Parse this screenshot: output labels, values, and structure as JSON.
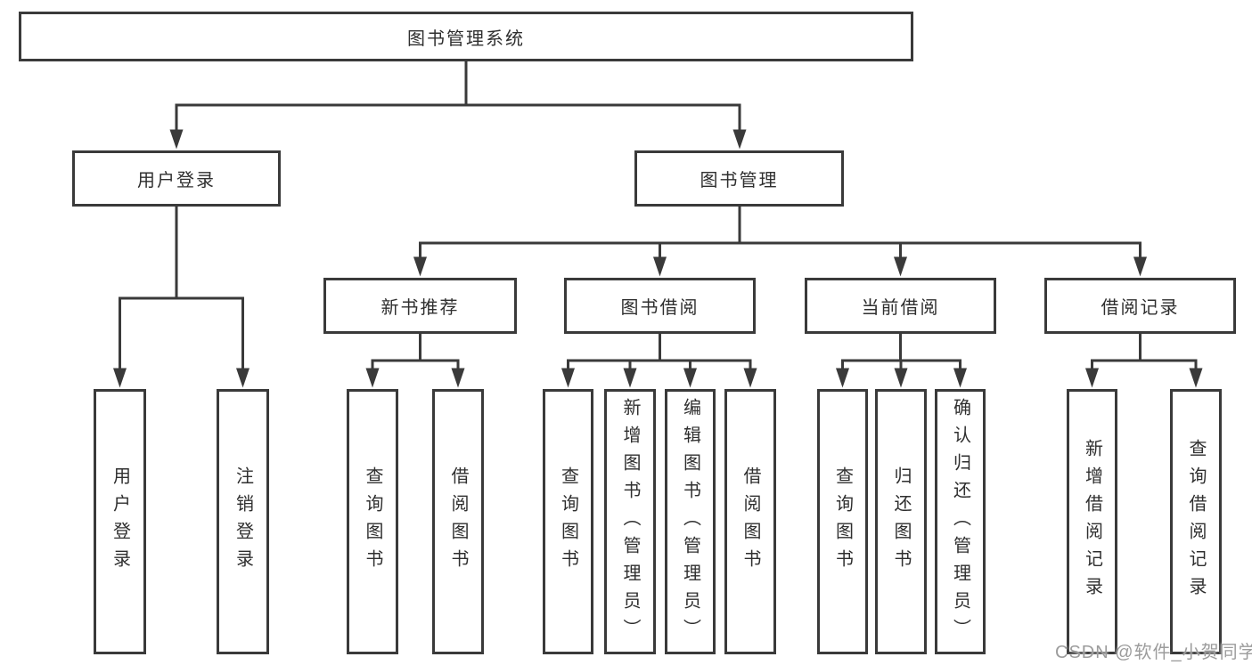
{
  "tree": {
    "root": {
      "label": "图书管理系统"
    },
    "branches": [
      {
        "label": "用户登录",
        "children": [
          {
            "label": "用户登录"
          },
          {
            "label": "注销登录"
          }
        ]
      },
      {
        "label": "图书管理",
        "children": [
          {
            "label": "新书推荐",
            "children": [
              {
                "label": "查询图书"
              },
              {
                "label": "借阅图书"
              }
            ]
          },
          {
            "label": "图书借阅",
            "children": [
              {
                "label": "查询图书"
              },
              {
                "label": "新增图书（管理员）"
              },
              {
                "label": "编辑图书（管理员）"
              },
              {
                "label": "借阅图书"
              }
            ]
          },
          {
            "label": "当前借阅",
            "children": [
              {
                "label": "查询图书"
              },
              {
                "label": "归还图书"
              },
              {
                "label": "确认归还（管理员）"
              }
            ]
          },
          {
            "label": "借阅记录",
            "children": [
              {
                "label": "新增借阅记录"
              },
              {
                "label": "查询借阅记录"
              }
            ]
          }
        ]
      }
    ]
  },
  "watermark": {
    "text": "CSDN @软件_小贺同学"
  },
  "colors": {
    "line": "#3a3a3a",
    "text": "#2f2f2f",
    "watermark": "#9c9c9c",
    "background": "#ffffff"
  }
}
